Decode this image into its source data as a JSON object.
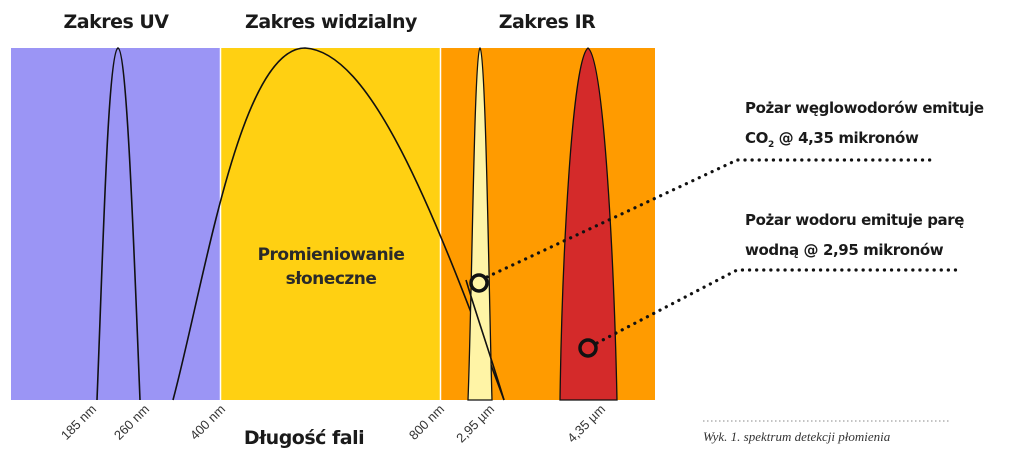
{
  "bands": {
    "uv": {
      "title": "Zakres UV",
      "color": "#9b95f5"
    },
    "visible": {
      "title": "Zakres widzialny",
      "color": "#ffd012"
    },
    "ir": {
      "title": "Zakres IR",
      "color": "#ff9b00"
    }
  },
  "axis": {
    "title": "Długość fali",
    "ticks": [
      "185 nm",
      "260 nm",
      "400 nm",
      "800 nm",
      "2,95 µm",
      "4,35 µm"
    ]
  },
  "solar": {
    "line1": "Promieniowanie",
    "line2": "słoneczne"
  },
  "peaks": {
    "h2o_color": "#fff4a6",
    "co2_color": "#d42a2a"
  },
  "notes": {
    "hydrocarbon": {
      "line1": "Pożar węglowodorów emituje",
      "line2_prefix": "CO",
      "line2_sub": "2",
      "line2_suffix": " @ 4,35 mikronów"
    },
    "hydrogen": {
      "line1": "Pożar wodoru emituje parę",
      "line2": "wodną @ 2,95 mikronów"
    }
  },
  "caption": "Wyk. 1. spektrum detekcji płomienia"
}
